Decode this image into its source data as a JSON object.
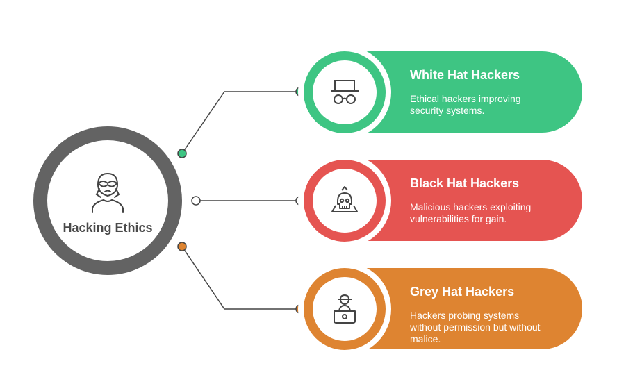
{
  "center": {
    "label": "Hacking Ethics",
    "icon": "masked-hacker-icon"
  },
  "items": [
    {
      "title": "White Hat Hackers",
      "description": "Ethical hackers improving security systems.",
      "icon": "hat-glasses-icon",
      "color": "#3ec583"
    },
    {
      "title": "Black Hat Hackers",
      "description": "Malicious hackers exploiting vulnerabilities for gain.",
      "icon": "skull-icon",
      "color": "#e55451"
    },
    {
      "title": "Grey Hat Hackers",
      "description": "Hackers probing systems without permission but without malice.",
      "icon": "hacker-laptop-icon",
      "color": "#de8431"
    }
  ]
}
